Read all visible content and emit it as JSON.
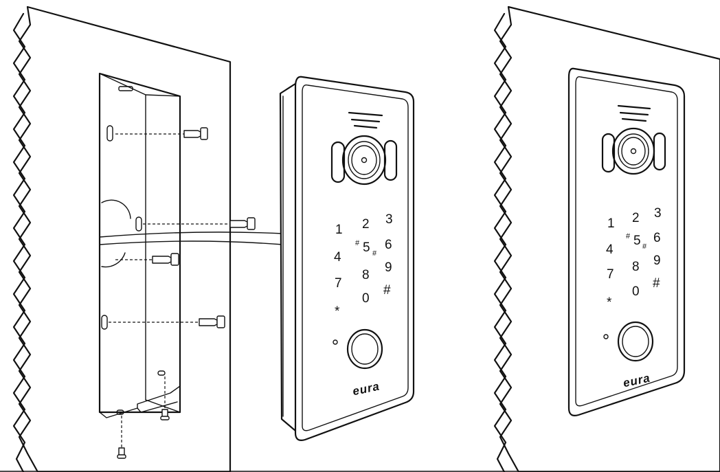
{
  "panel_left": {
    "keys": [
      "1",
      "2",
      "3",
      "4",
      "5",
      "6",
      "7",
      "8",
      "9",
      "*",
      "0",
      "#"
    ],
    "key_marks": [
      "#",
      "#"
    ],
    "logo": "eura"
  },
  "panel_right": {
    "keys": [
      "1",
      "2",
      "3",
      "4",
      "5",
      "6",
      "7",
      "8",
      "9",
      "*",
      "0",
      "#"
    ],
    "key_marks": [
      "#",
      "#"
    ],
    "logo": "eura"
  }
}
